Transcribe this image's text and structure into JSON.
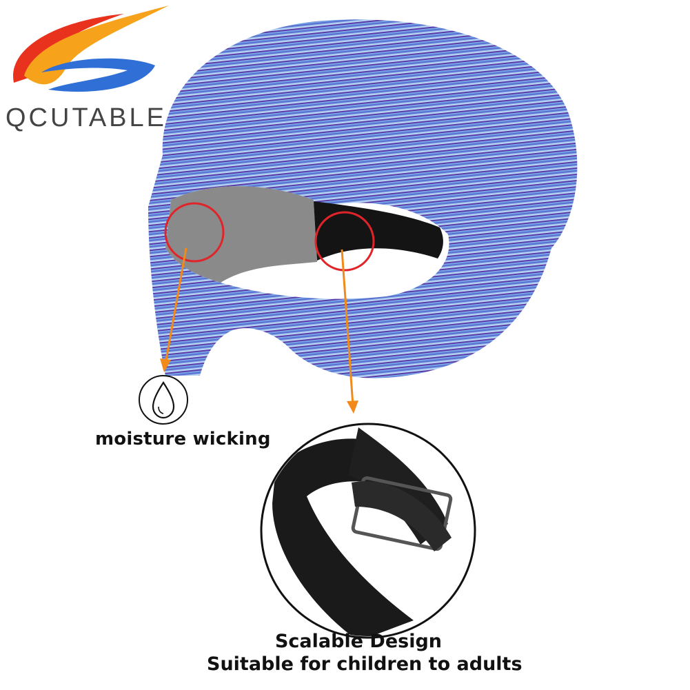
{
  "brand": {
    "logo_text": "QCUTABLE",
    "logo_colors": [
      "#e8321e",
      "#f7a21b",
      "#2f6fd6",
      "#1e55b8"
    ]
  },
  "callouts": {
    "moisture": {
      "label": "moisture wicking",
      "icon": "water-drop-icon"
    },
    "scalable": {
      "line1": "Scalable Design",
      "line2": "Suitable for children to adults"
    }
  },
  "colors": {
    "fabric_light": "#8fb6e8",
    "fabric_mid": "#5a6fd0",
    "fabric_dark": "#5a3aa8",
    "pad_gray": "#8a8a8a",
    "strap_black": "#141414",
    "marker_red": "#e0242a",
    "arrow_orange": "#f28a1a"
  }
}
